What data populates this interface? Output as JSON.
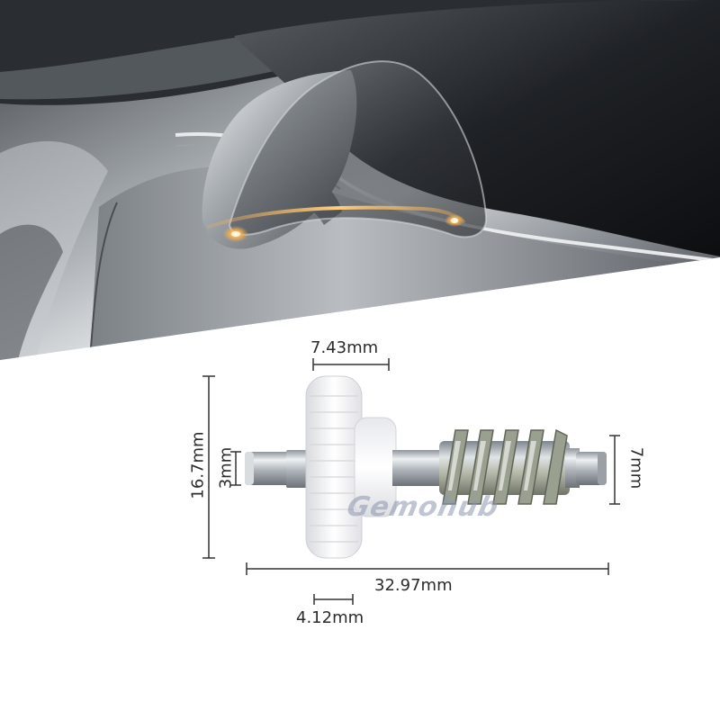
{
  "photo": {
    "subject": "car-side-mirror-with-amber-turn-signal"
  },
  "part": {
    "subject": "mirror-motor-gear-worm-shaft"
  },
  "watermark": {
    "text": "Gemohub"
  },
  "dimensions": {
    "top_width": "7.43mm",
    "overall_height": "16.7mm",
    "shaft_diameter": "3mm",
    "worm_diameter": "7mm",
    "overall_length": "32.97mm",
    "small_length": "4.12mm"
  },
  "colors": {
    "signal": "#ffb24a",
    "gear": "#f4f4f6",
    "metal": "#c8cdd2"
  }
}
